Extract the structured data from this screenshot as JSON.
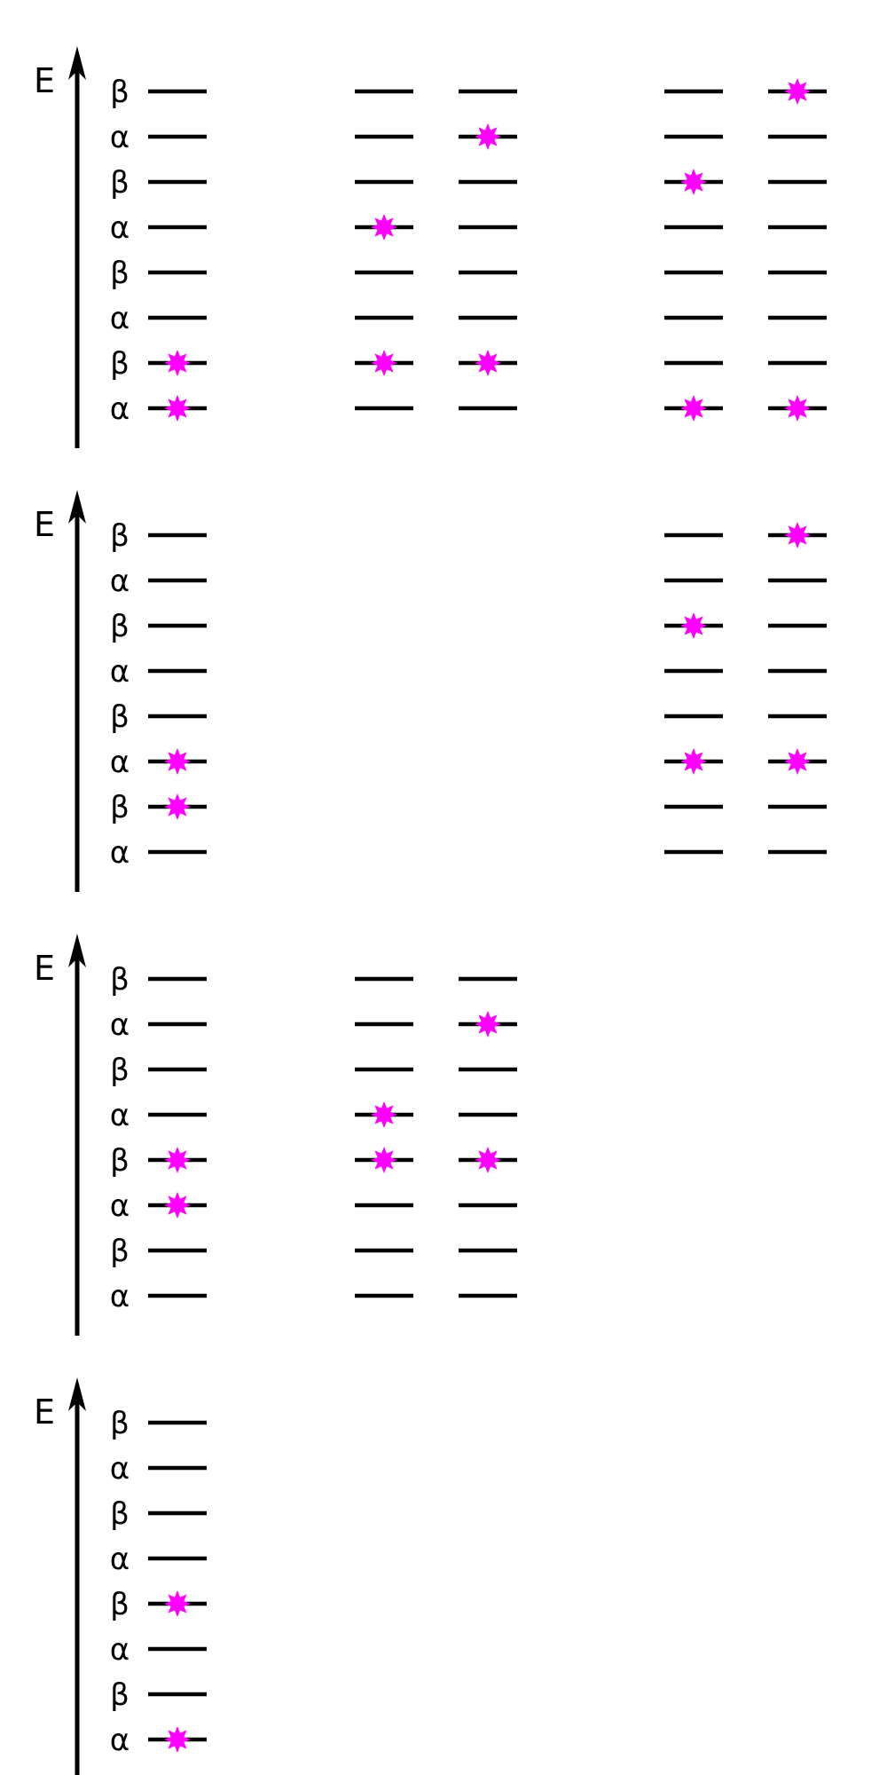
{
  "axis_label": "E",
  "level_labels": [
    "α",
    "β",
    "α",
    "β",
    "α",
    "β",
    "α",
    "β"
  ],
  "colors": {
    "line": "#000000",
    "marker": "#ff00ff"
  },
  "marker_icon": "eight-point-star-icon",
  "panels": [
    {
      "name": "panel-1",
      "columns": [
        {
          "group": 0,
          "index": 0,
          "filled": [
            0,
            1
          ]
        },
        {
          "group": 1,
          "index": 0,
          "filled": [
            1,
            4
          ]
        },
        {
          "group": 1,
          "index": 1,
          "filled": [
            1,
            6
          ]
        },
        {
          "group": 2,
          "index": 0,
          "filled": [
            0,
            5
          ]
        },
        {
          "group": 2,
          "index": 1,
          "filled": [
            0,
            7
          ]
        }
      ]
    },
    {
      "name": "panel-2",
      "columns": [
        {
          "group": 0,
          "index": 0,
          "filled": [
            1,
            2
          ]
        },
        {
          "group": 2,
          "index": 0,
          "filled": [
            2,
            5
          ]
        },
        {
          "group": 2,
          "index": 1,
          "filled": [
            2,
            7
          ]
        }
      ]
    },
    {
      "name": "panel-3",
      "columns": [
        {
          "group": 0,
          "index": 0,
          "filled": [
            2,
            3
          ]
        },
        {
          "group": 1,
          "index": 0,
          "filled": [
            3,
            4
          ]
        },
        {
          "group": 1,
          "index": 1,
          "filled": [
            3,
            6
          ]
        }
      ]
    },
    {
      "name": "panel-4",
      "columns": [
        {
          "group": 0,
          "index": 0,
          "filled": [
            0,
            3
          ]
        }
      ]
    }
  ]
}
